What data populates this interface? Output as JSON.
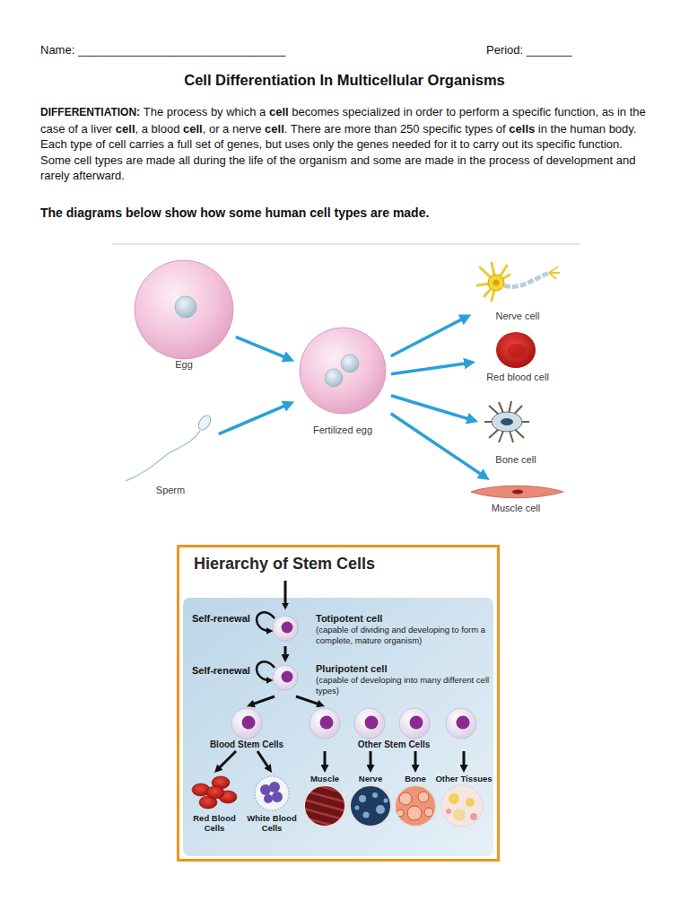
{
  "diagram": {
    "title": "Cell Differentiation In Multicellular Organisms",
    "nodes": [
      {
        "text": [
          "Egg"
        ]
      },
      {
        "text": [
          "Sperm"
        ]
      },
      {
        "text": [
          "Fertilized egg"
        ]
      },
      {
        "text": [
          "Nerve cell"
        ]
      },
      {
        "text": [
          "Red blood cell"
        ]
      },
      {
        "text": [
          "Bone cell"
        ]
      },
      {
        "text": [
          "Muscle cell"
        ]
      },
      {
        "text": [
          "Hierarchy of Stem Cells"
        ]
      },
      {
        "text": [
          "Totipotent cell",
          "(capable of dividing and developing to form a complete, mature organism)"
        ],
        "in": 7
      },
      {
        "text": [
          "Pluripotent cell",
          "(capable of developing into many different cell types)"
        ],
        "in": 7
      },
      {
        "text": [
          "Blood Stem Cells"
        ],
        "in": 7
      },
      {
        "text": [
          "Other Stem Cells"
        ],
        "in": 7
      },
      {
        "text": [
          "Red Blood Cells"
        ],
        "in": 7
      },
      {
        "text": [
          "White Blood Cells"
        ],
        "in": 7
      },
      {
        "text": [
          "Muscle"
        ],
        "in": 7
      },
      {
        "text": [
          "Nerve"
        ],
        "in": 7
      },
      {
        "text": [
          "Bone"
        ],
        "in": 7
      },
      {
        "text": [
          "Other Tissues"
        ],
        "in": 7
      }
    ],
    "edges": [
      {
        "from": 0,
        "to": 2,
        "arrow": "to"
      },
      {
        "from": 1,
        "to": 2,
        "arrow": "to"
      },
      {
        "from": 2,
        "to": 3,
        "arrow": "to"
      },
      {
        "from": 2,
        "to": 4,
        "arrow": "to"
      },
      {
        "from": 2,
        "to": 5,
        "arrow": "to"
      },
      {
        "from": 2,
        "to": 6,
        "arrow": "to"
      },
      {
        "from": 8,
        "to": 9,
        "arrow": "to"
      },
      {
        "from": 9,
        "to": 10,
        "arrow": "to"
      },
      {
        "from": 9,
        "to": 11,
        "arrow": "to"
      },
      {
        "from": 10,
        "to": 12,
        "arrow": "to"
      },
      {
        "from": 10,
        "to": 13,
        "arrow": "to"
      },
      {
        "from": 11,
        "to": 14,
        "arrow": "to"
      },
      {
        "from": 11,
        "to": 15,
        "arrow": "to"
      },
      {
        "from": 11,
        "to": 16,
        "arrow": "to"
      },
      {
        "from": 11,
        "to": 17,
        "arrow": "to"
      }
    ],
    "labels": [
      "Name: ________________________________",
      "Period: _______",
      "DIFFERENTIATION:",
      "The process by which a",
      "cell",
      "becomes specialized in order to perform a specific function, as in the case of a liver",
      "cell",
      ", a blood",
      "cell",
      ", or a nerve",
      "cell",
      ". There are more than 250 specific types of",
      "cells",
      "in the human body. Each type of cell carries a full set of genes, but uses only the genes needed for it to carry out its specific function. Some cell types are made all during the life of the organism and some are made in the process of development and rarely afterward.",
      "The diagrams below show how some human cell types are made.",
      "Self-renewal",
      "Self-renewal"
    ]
  }
}
